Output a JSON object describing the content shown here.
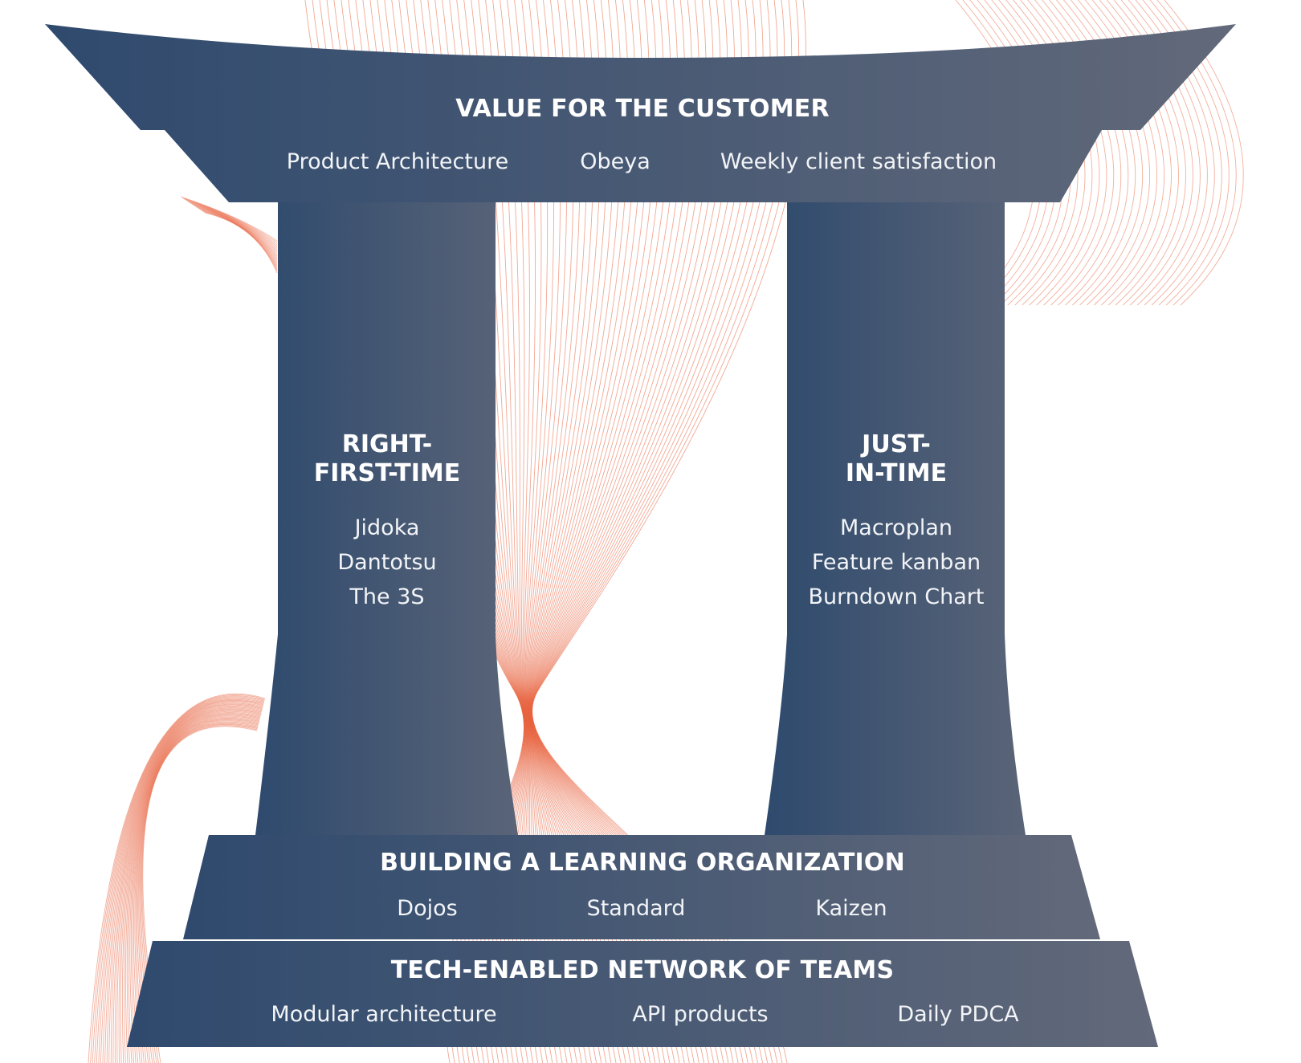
{
  "roof": {
    "title": "VALUE FOR THE CUSTOMER",
    "items": [
      "Product Architecture",
      "Obeya",
      "Weekly client satisfaction"
    ]
  },
  "pillars": [
    {
      "title_lines": [
        "RIGHT-",
        "FIRST-TIME"
      ],
      "items": [
        "Jidoka",
        "Dantotsu",
        "The 3S"
      ]
    },
    {
      "title_lines": [
        "JUST-",
        "IN-TIME"
      ],
      "items": [
        "Macroplan",
        "Feature kanban",
        "Burndown Chart"
      ]
    }
  ],
  "foundation_upper": {
    "title": "BUILDING A LEARNING ORGANIZATION",
    "items": [
      "Dojos",
      "Standard",
      "Kaizen"
    ]
  },
  "foundation_lower": {
    "title": "TECH-ENABLED NETWORK OF TEAMS",
    "items": [
      "Modular architecture",
      "API products",
      "Daily PDCA"
    ]
  },
  "colors": {
    "shape_dark": "#2f4a6e",
    "shape_light": "#62697a",
    "background_lines": "#e8603c"
  }
}
